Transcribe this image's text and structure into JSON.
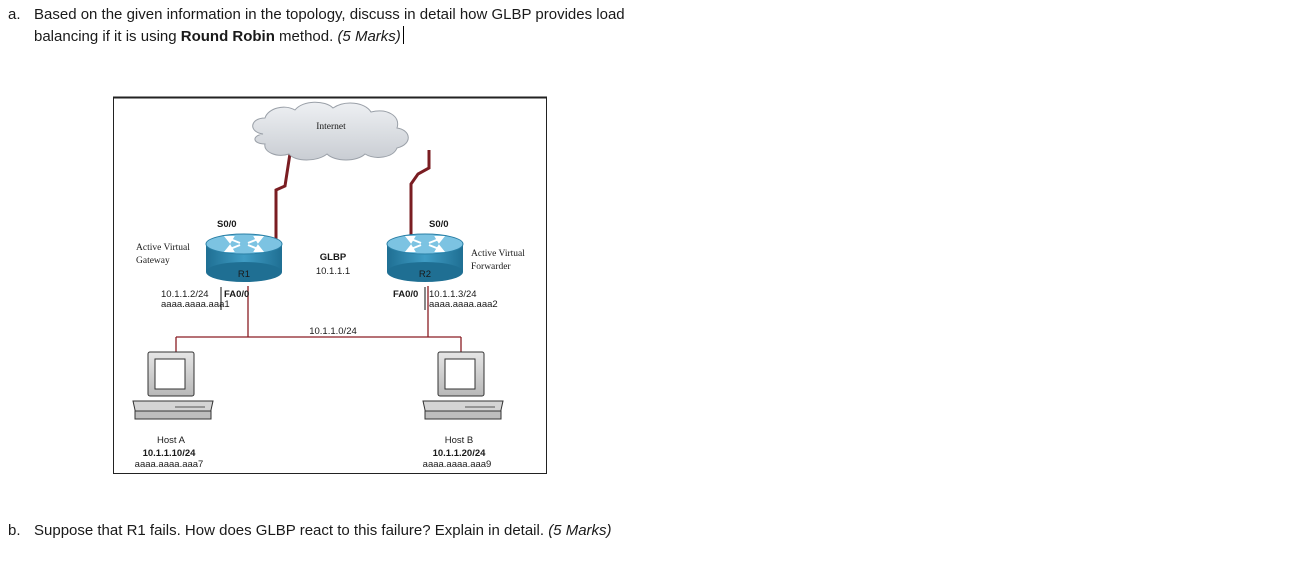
{
  "question_a": {
    "marker": "a.",
    "line1": "Based on the given information in the topology, discuss in detail how GLBP provides load",
    "line2_pre": "balancing if it is using ",
    "line2_bold": "Round Robin",
    "line2_post": " method. ",
    "marks": "(5 Marks)"
  },
  "question_b": {
    "marker": "b.",
    "text": "Suppose that R1 fails. How does GLBP react to this failure? Explain in detail. ",
    "marks": "(5 Marks)"
  },
  "diagram": {
    "cloud_label": "Internet",
    "r1": {
      "name": "R1",
      "serial": "S0/0",
      "role_line1": "Active Virtual",
      "role_line2": "Gateway",
      "ip": "10.1.1.2/24",
      "fa": "FA0/0",
      "mac": "aaaa.aaaa.aaa1"
    },
    "r2": {
      "name": "R2",
      "serial": "S0/0",
      "role_line1": "Active Virtual",
      "role_line2": "Forwarder",
      "ip": "10.1.1.3/24",
      "fa": "FA0/0",
      "mac": "aaaa.aaaa.aaa2"
    },
    "glbp_title": "GLBP",
    "glbp_ip": "10.1.1.1",
    "network": "10.1.1.0/24",
    "host_a": {
      "name": "Host A",
      "ip": "10.1.1.10/24",
      "mac": "aaaa.aaaa.aaa7"
    },
    "host_b": {
      "name": "Host B",
      "ip": "10.1.1.20/24",
      "mac": "aaaa.aaaa.aaa9"
    }
  }
}
